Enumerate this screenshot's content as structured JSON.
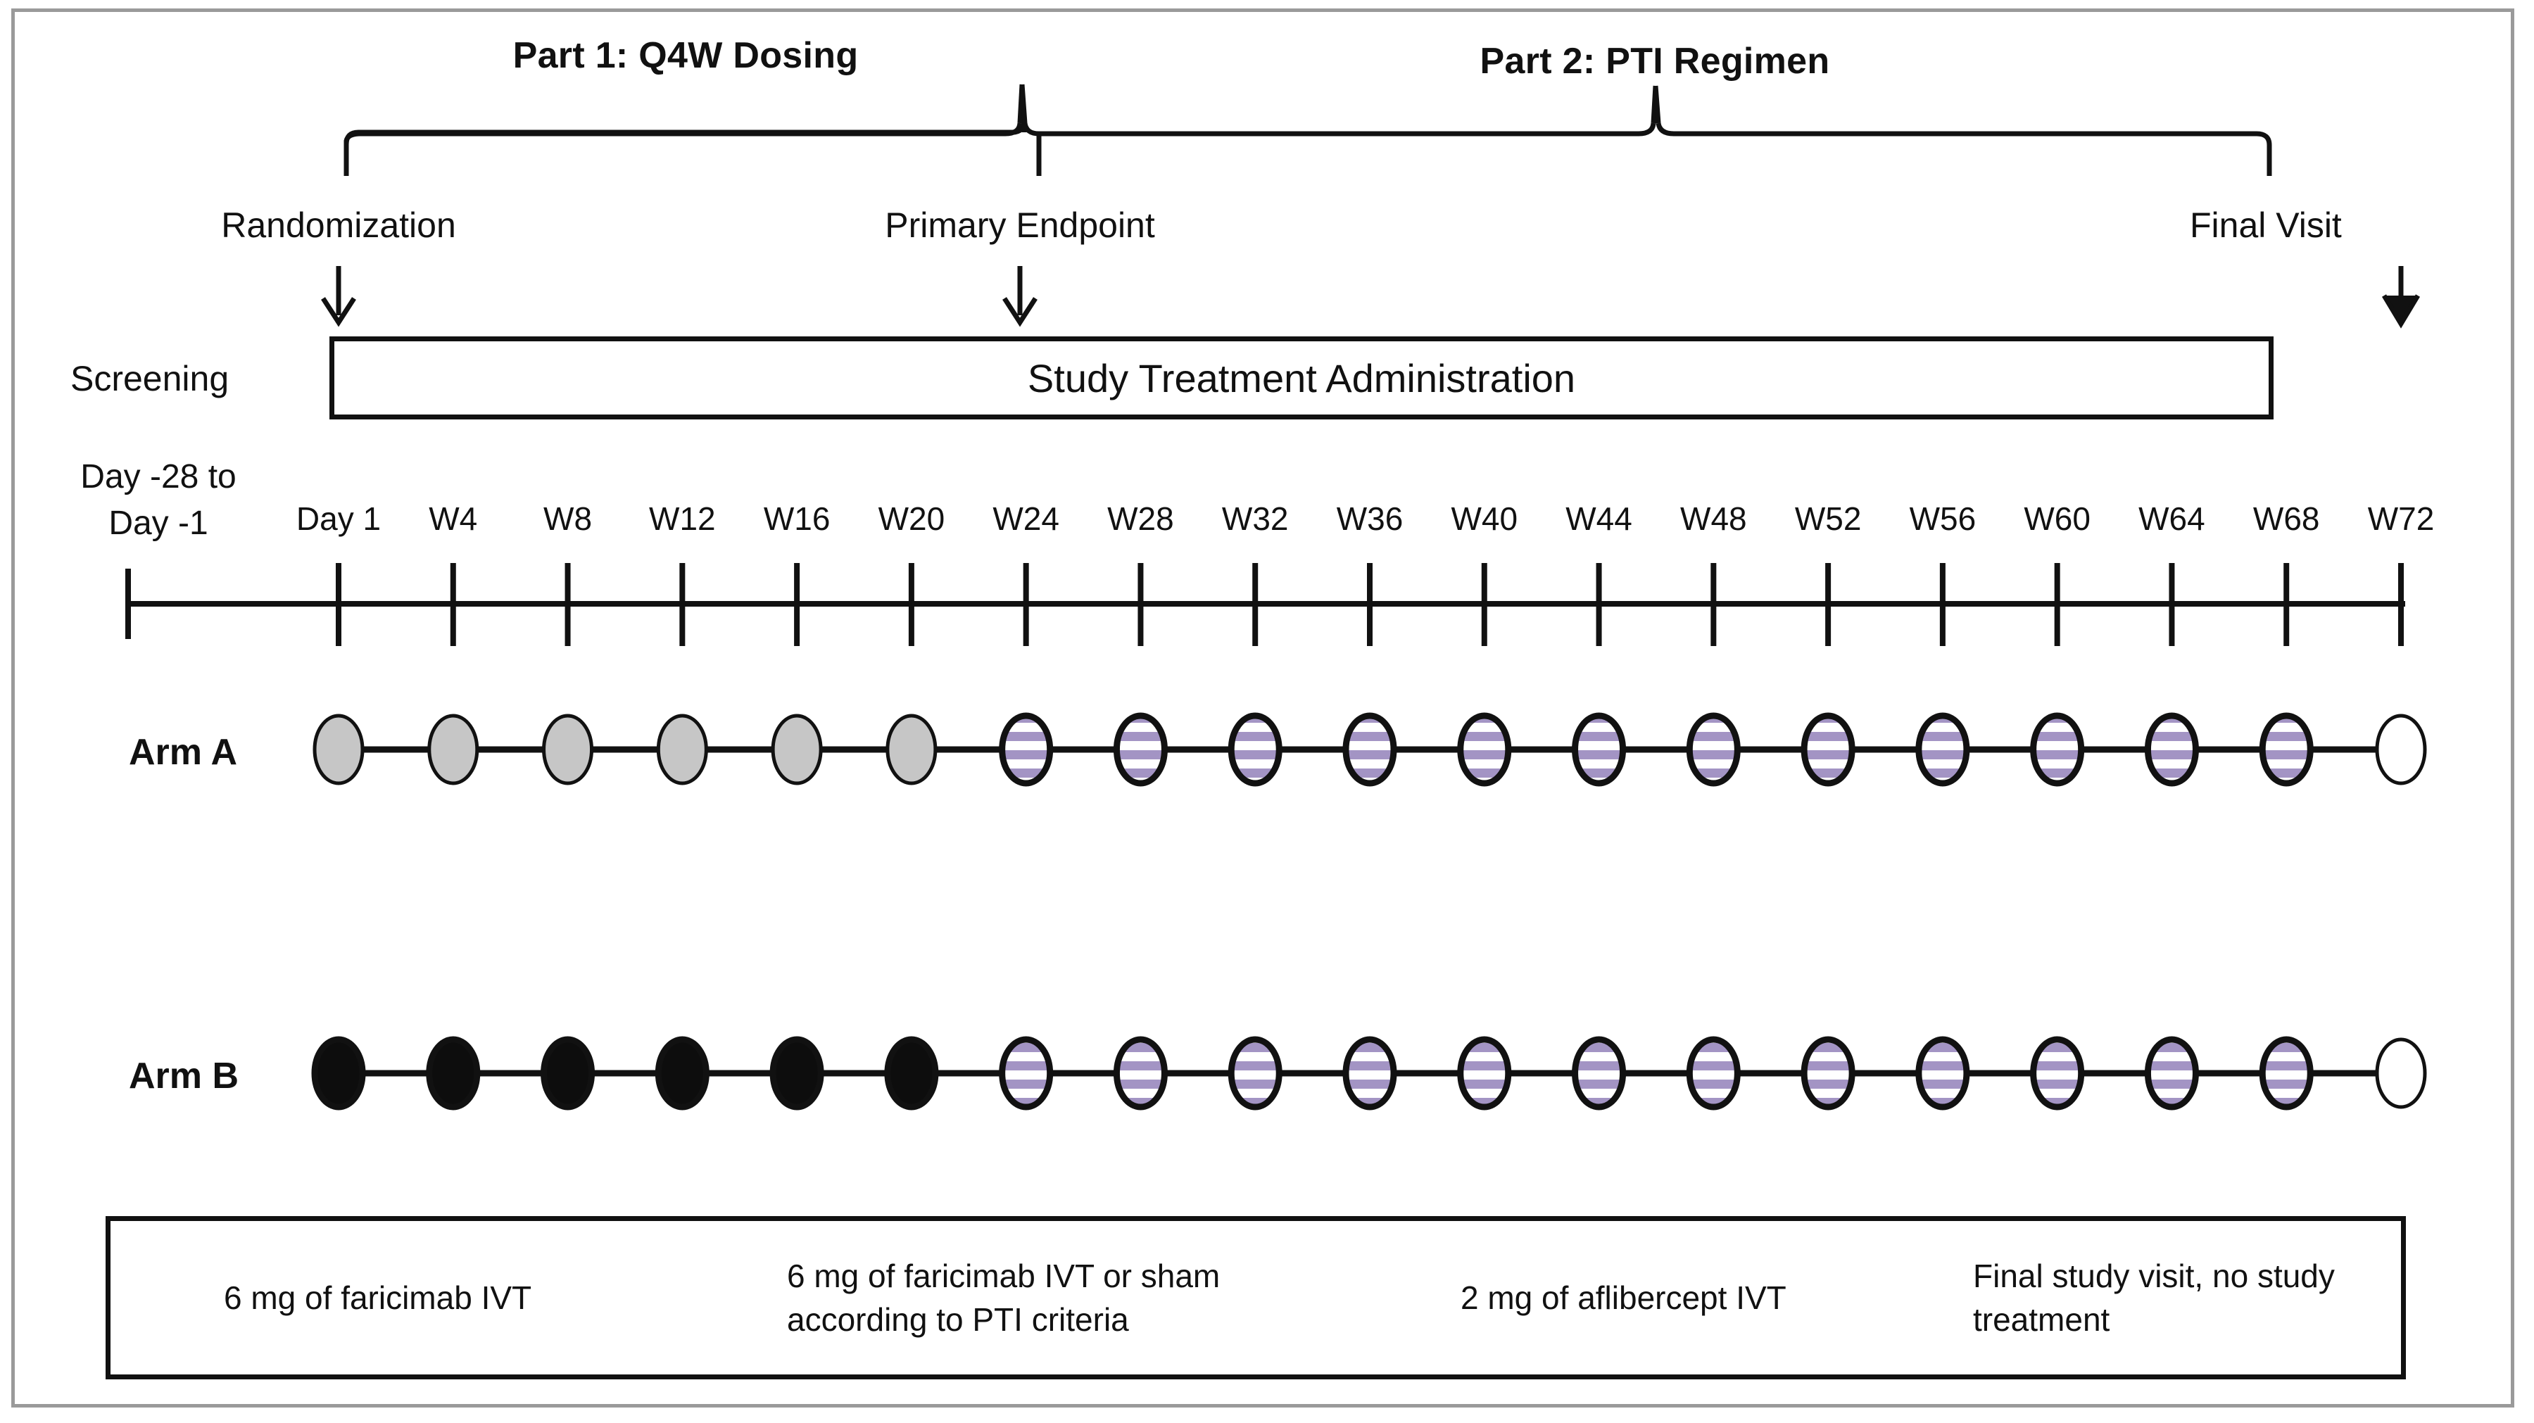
{
  "diagram": {
    "title": "Clinical study design schema",
    "parts": [
      {
        "label": "Part 1: Q4W Dosing"
      },
      {
        "label": "Part 2: PTI Regimen"
      }
    ],
    "milestones": [
      {
        "label": "Randomization"
      },
      {
        "label": "Primary Endpoint"
      },
      {
        "label": "Final Visit"
      }
    ],
    "screening_label": "Screening",
    "screening_window": "Day -28 to\nDay -1",
    "screening_window_line1": "Day -28 to",
    "screening_window_line2": "Day -1",
    "treatment_box_label": "Study Treatment Administration",
    "timeline_ticks": [
      "Day 1",
      "W4",
      "W8",
      "W12",
      "W16",
      "W20",
      "W24",
      "W28",
      "W32",
      "W36",
      "W40",
      "W44",
      "W48",
      "W52",
      "W56",
      "W60",
      "W64",
      "W68",
      "W72"
    ],
    "arms": [
      {
        "label": "Arm A"
      },
      {
        "label": "Arm B"
      }
    ],
    "legend": [
      {
        "swatch": "gray-ellipse",
        "label": "6 mg of faricimab IVT"
      },
      {
        "swatch": "striped-ellipse",
        "label": "6 mg of faricimab IVT or sham\naccording to PTI criteria",
        "line1": "6 mg of faricimab IVT or sham",
        "line2": "according to PTI criteria"
      },
      {
        "swatch": "black-ellipse",
        "label": "2 mg of aflibercept IVT"
      },
      {
        "swatch": "white-ellipse",
        "label": "Final study visit, no study\ntreatment",
        "line1": "Final study visit, no study",
        "line2": "treatment"
      }
    ],
    "colors": {
      "stroke": "#111111",
      "frame": "#9a9a9a",
      "gray_fill": "#c6c6c6",
      "black_fill": "#0d0d0d",
      "white_fill": "#ffffff",
      "stripe": "#a394c4",
      "stripe_bg": "#ffffff"
    }
  },
  "chart_data": {
    "type": "timeline",
    "title": "Study Design Schema",
    "x_ticks": [
      "Day 1",
      "W4",
      "W8",
      "W12",
      "W16",
      "W20",
      "W24",
      "W28",
      "W32",
      "W36",
      "W40",
      "W44",
      "W48",
      "W52",
      "W56",
      "W60",
      "W64",
      "W68",
      "W72"
    ],
    "x_weeks": [
      0,
      4,
      8,
      12,
      16,
      20,
      24,
      28,
      32,
      36,
      40,
      44,
      48,
      52,
      56,
      60,
      64,
      68,
      72
    ],
    "phases": [
      {
        "name": "Part 1: Q4W Dosing",
        "start_week": 0,
        "end_week": 24
      },
      {
        "name": "Part 2: PTI Regimen",
        "start_week": 24,
        "end_week": 72
      }
    ],
    "events": [
      {
        "name": "Randomization",
        "week": 0
      },
      {
        "name": "Primary Endpoint",
        "week": 24
      },
      {
        "name": "Final Visit",
        "week": 72
      }
    ],
    "screening": {
      "label": "Screening",
      "window": "Day -28 to Day -1"
    },
    "treatment_span": {
      "label": "Study Treatment Administration",
      "start_week": 0,
      "end_week": 72
    },
    "series": [
      {
        "name": "Arm A",
        "points": [
          {
            "week": 0,
            "type": "gray"
          },
          {
            "week": 4,
            "type": "gray"
          },
          {
            "week": 8,
            "type": "gray"
          },
          {
            "week": 12,
            "type": "gray"
          },
          {
            "week": 16,
            "type": "gray"
          },
          {
            "week": 20,
            "type": "gray"
          },
          {
            "week": 24,
            "type": "striped"
          },
          {
            "week": 28,
            "type": "striped"
          },
          {
            "week": 32,
            "type": "striped"
          },
          {
            "week": 36,
            "type": "striped"
          },
          {
            "week": 40,
            "type": "striped"
          },
          {
            "week": 44,
            "type": "striped"
          },
          {
            "week": 48,
            "type": "striped"
          },
          {
            "week": 52,
            "type": "striped"
          },
          {
            "week": 56,
            "type": "striped"
          },
          {
            "week": 60,
            "type": "striped"
          },
          {
            "week": 64,
            "type": "striped"
          },
          {
            "week": 68,
            "type": "striped"
          },
          {
            "week": 72,
            "type": "white"
          }
        ]
      },
      {
        "name": "Arm B",
        "points": [
          {
            "week": 0,
            "type": "black"
          },
          {
            "week": 4,
            "type": "black"
          },
          {
            "week": 8,
            "type": "black"
          },
          {
            "week": 12,
            "type": "black"
          },
          {
            "week": 16,
            "type": "black"
          },
          {
            "week": 20,
            "type": "black"
          },
          {
            "week": 24,
            "type": "striped"
          },
          {
            "week": 28,
            "type": "striped"
          },
          {
            "week": 32,
            "type": "striped"
          },
          {
            "week": 36,
            "type": "striped"
          },
          {
            "week": 40,
            "type": "striped"
          },
          {
            "week": 44,
            "type": "striped"
          },
          {
            "week": 48,
            "type": "striped"
          },
          {
            "week": 52,
            "type": "striped"
          },
          {
            "week": 56,
            "type": "striped"
          },
          {
            "week": 60,
            "type": "striped"
          },
          {
            "week": 64,
            "type": "striped"
          },
          {
            "week": 68,
            "type": "striped"
          },
          {
            "week": 72,
            "type": "white"
          }
        ]
      }
    ],
    "legend": [
      {
        "symbol": "gray",
        "text": "6 mg of faricimab IVT"
      },
      {
        "symbol": "striped",
        "text": "6 mg of faricimab IVT or sham according to PTI criteria"
      },
      {
        "symbol": "black",
        "text": "2 mg of aflibercept IVT"
      },
      {
        "symbol": "white",
        "text": "Final study visit, no study treatment"
      }
    ]
  }
}
